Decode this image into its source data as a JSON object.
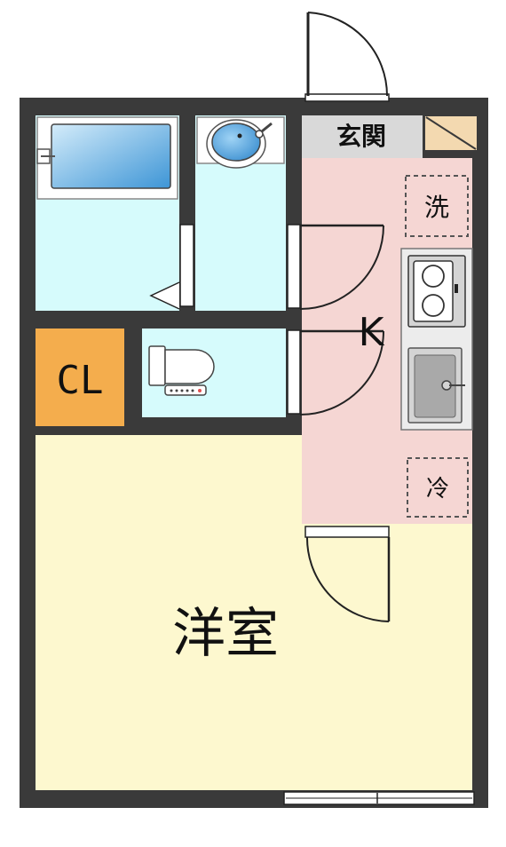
{
  "rooms": {
    "genkan": {
      "label": "玄関",
      "color": "#d9d9d9"
    },
    "kitchen": {
      "label": "K",
      "color": "#f5d6d3"
    },
    "western_room": {
      "label": "洋室",
      "color": "#fdf8cf"
    },
    "closet": {
      "label": "CL",
      "color": "#f4ad4d"
    },
    "bath": {
      "color": "#d6fbfc"
    },
    "washroom": {
      "color": "#d6fbfc"
    },
    "toilet": {
      "color": "#d6fbfc"
    }
  },
  "fixtures": {
    "washer_space": {
      "label": "洗"
    },
    "fridge_space": {
      "label": "冷"
    }
  },
  "colors": {
    "wall": "#3a3a3a",
    "tub_blue": "#4a9fd8",
    "appliance_gray": "#d4d4d4"
  },
  "icons": [
    "bathtub-icon",
    "sink-icon",
    "toilet-icon",
    "stove-icon",
    "kitchen-sink-icon",
    "shoe-cabinet-icon"
  ]
}
